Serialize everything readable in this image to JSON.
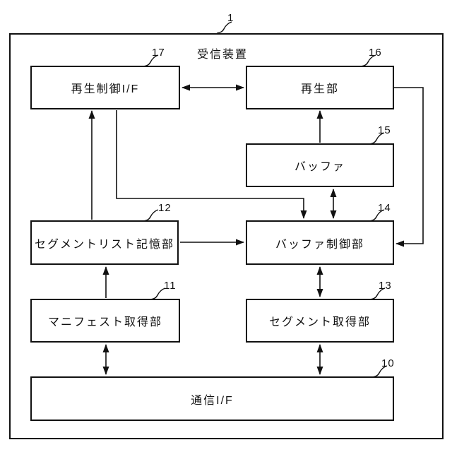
{
  "figure": {
    "device_ref": "1",
    "device_label": "受信装置",
    "blocks": [
      {
        "id": "playback-control-if",
        "ref": "17",
        "label": "再生制御I/F"
      },
      {
        "id": "playback-unit",
        "ref": "16",
        "label": "再生部"
      },
      {
        "id": "buffer",
        "ref": "15",
        "label": "バッファ"
      },
      {
        "id": "segment-list-storage",
        "ref": "12",
        "label": "セグメントリスト記憶部"
      },
      {
        "id": "buffer-control",
        "ref": "14",
        "label": "バッファ制御部"
      },
      {
        "id": "manifest-acquisition",
        "ref": "11",
        "label": "マニフェスト取得部"
      },
      {
        "id": "segment-acquisition",
        "ref": "13",
        "label": "セグメント取得部"
      },
      {
        "id": "communication-if",
        "ref": "10",
        "label": "通信I/F"
      }
    ],
    "connections": [
      {
        "from": "17",
        "to": "16",
        "bidirectional": true
      },
      {
        "from": "12",
        "to": "17",
        "bidirectional": false
      },
      {
        "from": "17",
        "to": "14",
        "bidirectional": false
      },
      {
        "from": "15",
        "to": "16",
        "bidirectional": false
      },
      {
        "from": "15",
        "to": "14",
        "bidirectional": true
      },
      {
        "from": "12",
        "to": "14",
        "bidirectional": false
      },
      {
        "from": "16",
        "to": "14",
        "bidirectional": false
      },
      {
        "from": "11",
        "to": "12",
        "bidirectional": false
      },
      {
        "from": "10",
        "to": "11",
        "bidirectional": true
      },
      {
        "from": "13",
        "to": "14",
        "bidirectional": true
      },
      {
        "from": "10",
        "to": "13",
        "bidirectional": true
      }
    ],
    "colors": {
      "line": "#111111",
      "background": "#ffffff"
    }
  }
}
